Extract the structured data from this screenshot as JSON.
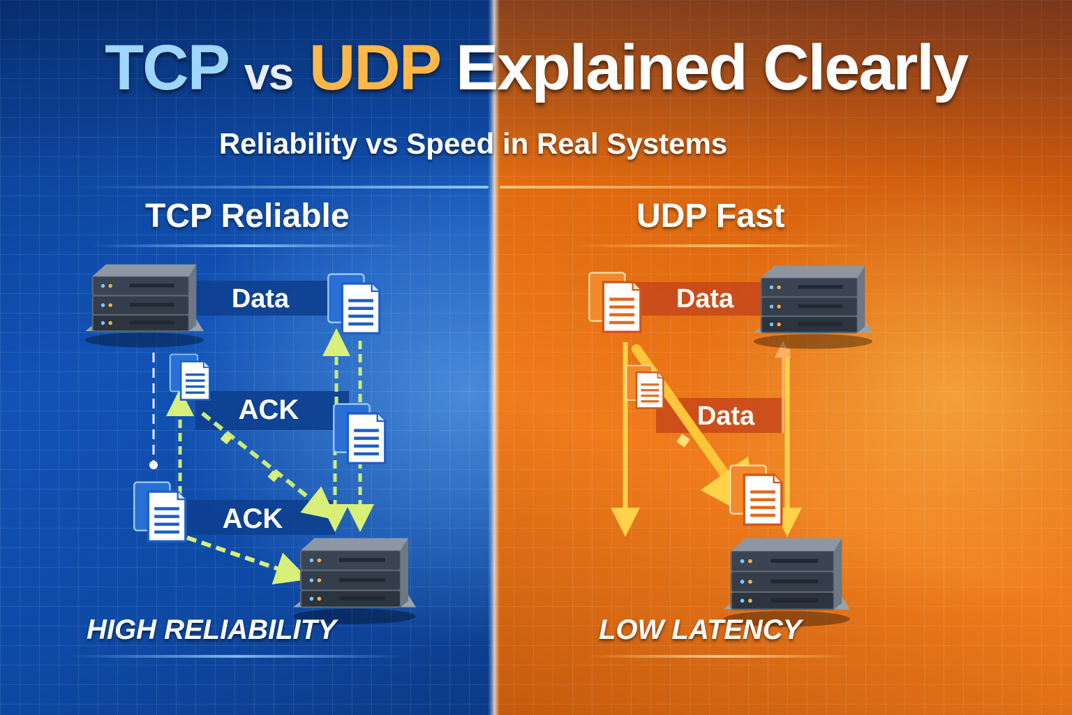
{
  "header": {
    "title_tcp": "TCP",
    "title_vs": "vs",
    "title_udp": "UDP",
    "title_rest": "Explained Clearly",
    "subtitle": "Reliability vs Speed in Real Systems"
  },
  "tcp_panel": {
    "heading": "TCP Reliable",
    "arrow_labels": [
      "Data",
      "ACK",
      "ACK"
    ],
    "caption": "HIGH RELIABILITY",
    "accent_color": "#0f4fb0"
  },
  "udp_panel": {
    "heading": "UDP Fast",
    "arrow_labels": [
      "Data",
      "Data"
    ],
    "caption": "LOW LATENCY",
    "accent_color": "#e8731a"
  },
  "icons": [
    "server-icon",
    "document-icon"
  ]
}
